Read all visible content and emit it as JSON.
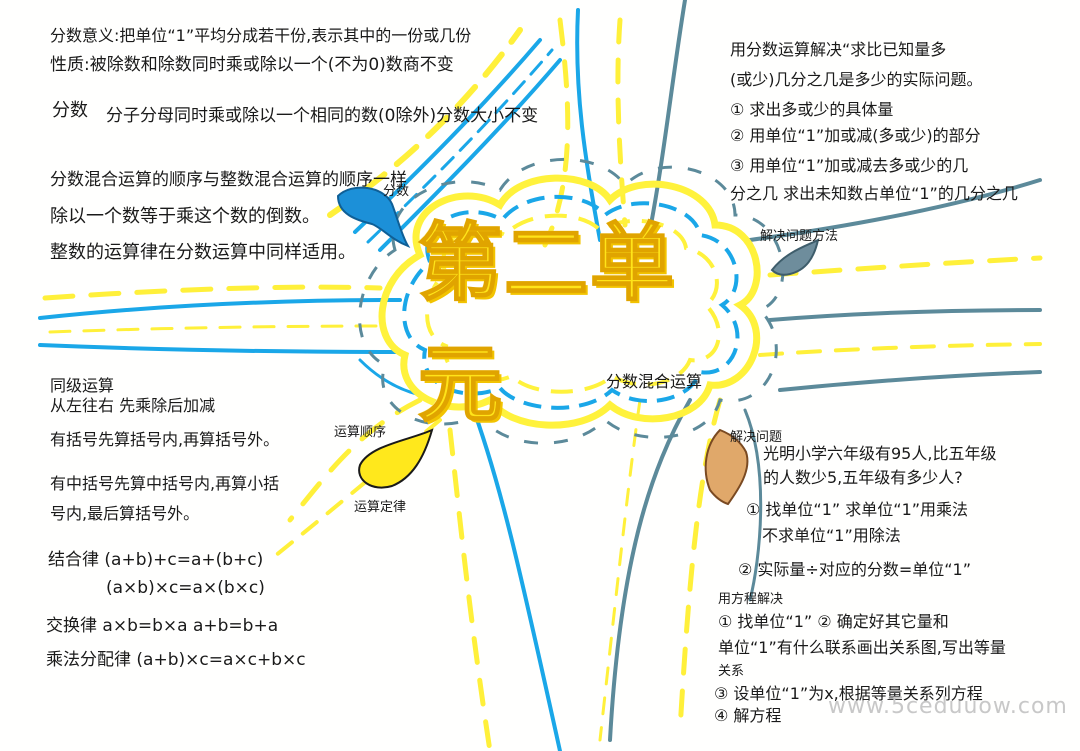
{
  "title": "第二单元",
  "center_label": "分数混合运算",
  "colors": {
    "road_blue": "#1aa7e8",
    "road_gray": "#5c8a9a",
    "road_yellow": "#fff03a",
    "cloud_yellow": "#fff23c",
    "cloud_blue": "#1aa7e8",
    "leaf_blue": "#1c90d8",
    "leaf_gray": "#6e8d9c",
    "leaf_yellow": "#ffe81c",
    "leaf_brown": "#e0a86a",
    "title_yellow": "#ffe419"
  },
  "top_left": {
    "lines": [
      "分数意义:把单位“1”平均分成若干份,表示其中的一份或几份",
      "性质:被除数和除数同时乘或除以一个(不为0)数商不变",
      "分数",
      "分子分母同时乘或除以一个相同的数(0除外)分数大小不变",
      "分数混合运算的顺序与整数混合运算的顺序一样",
      "除以一个数等于乘这个数的倒数。",
      "整数的运算律在分数运算中同样适用。"
    ],
    "leaf_label": "分数"
  },
  "top_right": {
    "lines": [
      "用分数运算解决“求比已知量多",
      "(或少)几分之几是多少的实际问题。",
      "① 求出多或少的具体量",
      "② 用单位“1”加或减(多或少)的部分",
      "③ 用单位“1”加或减去多或少的几",
      "分之几 求出未知数占单位“1”的几分之几"
    ],
    "leaf_label": "解决问题方法"
  },
  "bottom_left": {
    "leaf_label_top": "运算顺序",
    "leaf_label_bottom": "运算定律",
    "lines": [
      "同级运算",
      "从左往右   先乘除后加减",
      "有括号先算括号内,再算括号外。",
      "有中括号先算中括号内,再算小括",
      "号内,最后算括号外。",
      "结合律 (a+b)+c=a+(b+c)",
      "(a×b)×c=a×(b×c)",
      "交换律 a×b=b×a    a+b=b+a",
      "乘法分配律 (a+b)×c=a×c+b×c"
    ]
  },
  "bottom_right": {
    "leaf_label": "解决问题",
    "lines": [
      "光明小学六年级有95人,比五年级",
      "的人数少5,五年级有多少人?",
      "① 找单位“1”  求单位“1”用乘法",
      "不求单位“1”用除法",
      "② 实际量÷对应的分数=单位“1”",
      "用方程解决",
      "① 找单位“1”  ② 确定好其它量和",
      "单位“1”有什么联系画出关系图,写出等量",
      "关系",
      "③ 设单位“1”为x,根据等量关系列方程",
      "④ 解方程"
    ]
  },
  "watermark": "www.5ceduuow.com"
}
